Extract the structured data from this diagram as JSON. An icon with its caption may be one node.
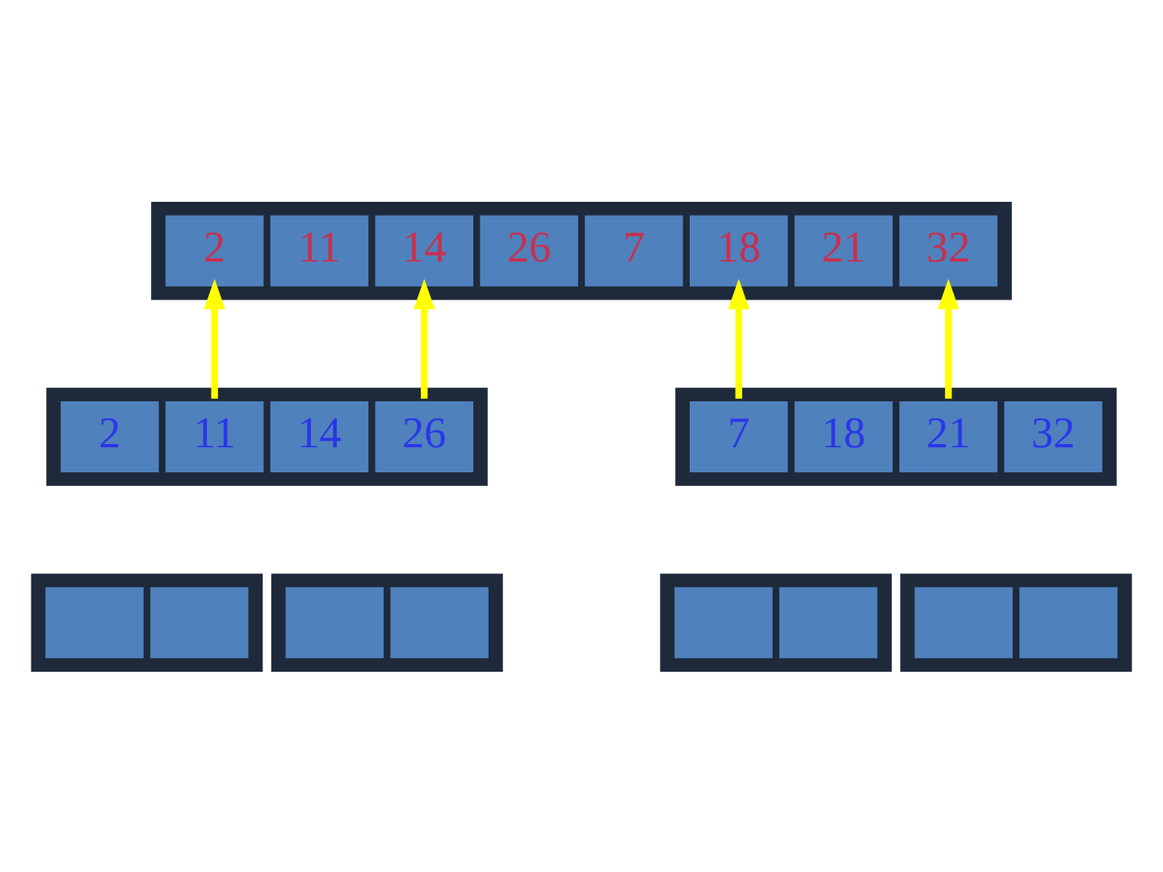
{
  "diagram": {
    "nodes": [
      {
        "text": [],
        "shape": "box"
      },
      {
        "text": [
          "2"
        ],
        "in": 0
      },
      {
        "text": [
          "11"
        ],
        "in": 0
      },
      {
        "text": [
          "14"
        ],
        "in": 0
      },
      {
        "text": [
          "26"
        ],
        "in": 0
      },
      {
        "text": [
          "7"
        ],
        "in": 0
      },
      {
        "text": [
          "18"
        ],
        "in": 0
      },
      {
        "text": [
          "21"
        ],
        "in": 0
      },
      {
        "text": [
          "32"
        ],
        "in": 0
      },
      {
        "text": [],
        "shape": "box"
      },
      {
        "text": [
          "2"
        ],
        "in": 9
      },
      {
        "text": [
          "11"
        ],
        "in": 9
      },
      {
        "text": [
          "14"
        ],
        "in": 9
      },
      {
        "text": [
          "26"
        ],
        "in": 9
      },
      {
        "text": [],
        "shape": "box"
      },
      {
        "text": [
          "7"
        ],
        "in": 14
      },
      {
        "text": [
          "18"
        ],
        "in": 14
      },
      {
        "text": [
          "21"
        ],
        "in": 14
      },
      {
        "text": [
          "32"
        ],
        "in": 14
      },
      {
        "text": [],
        "shape": "box"
      },
      {
        "text": [],
        "shape": "box",
        "in": 19
      },
      {
        "text": [],
        "shape": "box",
        "in": 19
      },
      {
        "text": [],
        "shape": "box"
      },
      {
        "text": [],
        "shape": "box",
        "in": 22
      },
      {
        "text": [],
        "shape": "box",
        "in": 22
      },
      {
        "text": [],
        "shape": "box"
      },
      {
        "text": [],
        "shape": "box",
        "in": 25
      },
      {
        "text": [],
        "shape": "box",
        "in": 25
      },
      {
        "text": [],
        "shape": "box"
      },
      {
        "text": [],
        "shape": "box",
        "in": 28
      },
      {
        "text": [],
        "shape": "box",
        "in": 28
      }
    ],
    "edges": [
      {
        "from": 11,
        "to": 1,
        "arrow": "to"
      },
      {
        "from": 13,
        "to": 3,
        "arrow": "to"
      },
      {
        "from": 15,
        "to": 6,
        "arrow": "to"
      },
      {
        "from": 17,
        "to": 8,
        "arrow": "to"
      }
    ]
  }
}
